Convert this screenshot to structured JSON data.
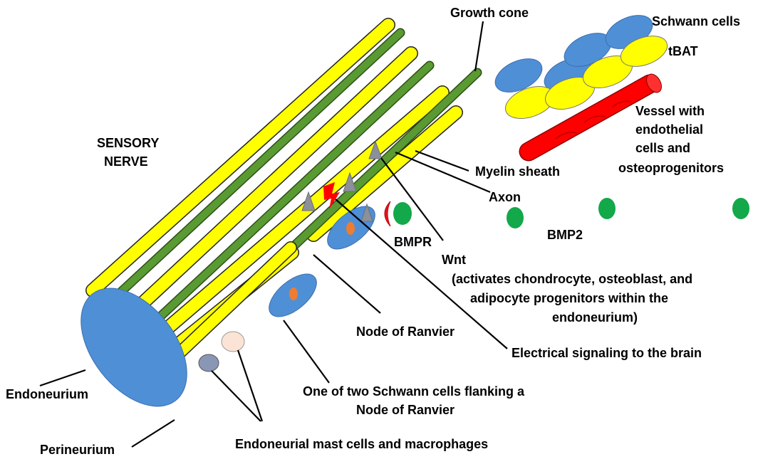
{
  "labels": {
    "growth_cone": "Growth cone",
    "schwann_cells": "Schwann cells",
    "tbat": "tBAT",
    "vessel_1": "Vessel with",
    "vessel_2": "endothelial",
    "vessel_3": "cells and",
    "vessel_4": "osteoprogenitors",
    "sensory_1": "SENSORY",
    "sensory_2": "NERVE",
    "myelin": "Myelin sheath",
    "axon": "Axon",
    "bmpr": "BMPR",
    "bmp2": "BMP2",
    "wnt_1": "Wnt",
    "wnt_2": "(activates chondrocyte, osteoblast, and",
    "wnt_3": "adipocyte progenitors within the",
    "wnt_4": "endoneurium)",
    "node": "Node of Ranvier",
    "electrical": "Electrical signaling to the brain",
    "one_of_two_1": "One of two Schwann cells flanking a",
    "one_of_two_2": "Node of Ranvier",
    "endoneurium": "Endoneurium",
    "perineurium": "Perineurium",
    "mast": "Endoneurial mast cells and macrophages"
  },
  "colors": {
    "myelin_yellow": "#ffff00",
    "axon_green": "#5a9a32",
    "schwann_blue": "#4f8fd6",
    "vessel_red": "#ff0000",
    "bmp_green": "#13a84a",
    "wnt_gray": "#8c9099",
    "nucleus_orange": "#ed7d31"
  }
}
